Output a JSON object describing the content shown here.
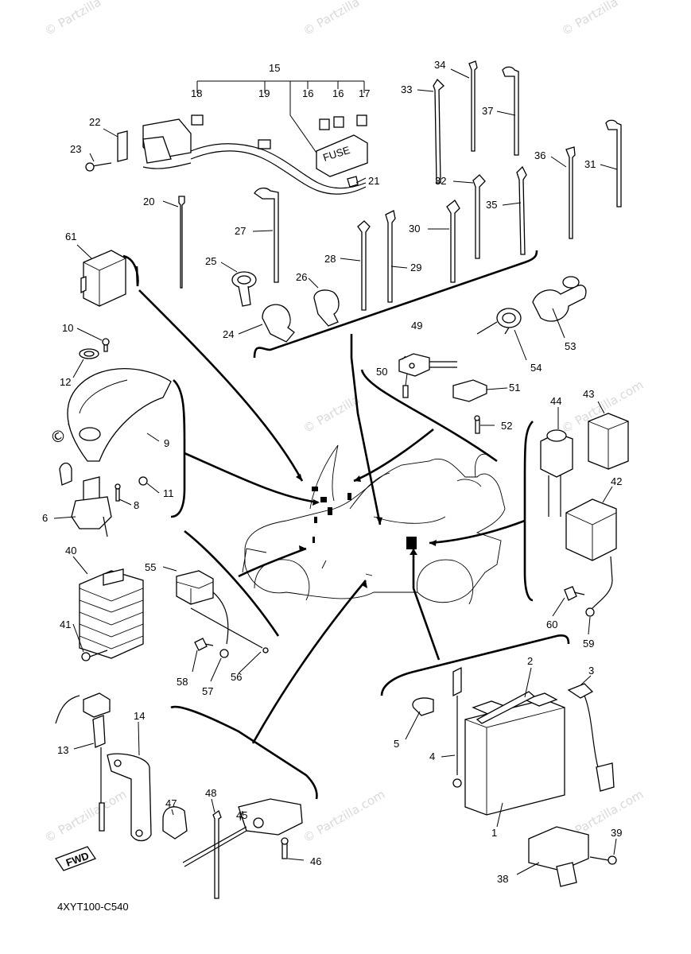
{
  "diagram": {
    "code": "4XYT100-C540",
    "fwd_label": "FWD",
    "fuse_label": "FUSE",
    "watermark_text": "© Partzilla",
    "watermark_text_com": "© Partzilla.com",
    "part_numbers": {
      "p1": "1",
      "p2": "2",
      "p3": "3",
      "p4": "4",
      "p5": "5",
      "p6": "6",
      "p8": "8",
      "p9": "9",
      "p10": "10",
      "p11": "11",
      "p12": "12",
      "p13": "13",
      "p14": "14",
      "p15": "15",
      "p16a": "16",
      "p16b": "16",
      "p17": "17",
      "p18": "18",
      "p19": "19",
      "p20": "20",
      "p21": "21",
      "p22": "22",
      "p23": "23",
      "p24": "24",
      "p25": "25",
      "p26": "26",
      "p27": "27",
      "p28": "28",
      "p29": "29",
      "p30": "30",
      "p31": "31",
      "p32": "32",
      "p33": "33",
      "p34": "34",
      "p35": "35",
      "p36": "36",
      "p37": "37",
      "p38": "38",
      "p39": "39",
      "p40": "40",
      "p41": "41",
      "p42": "42",
      "p43": "43",
      "p44": "44",
      "p45": "45",
      "p46": "46",
      "p47": "47",
      "p48": "48",
      "p49": "49",
      "p50": "50",
      "p51": "51",
      "p52": "52",
      "p53": "53",
      "p54": "54",
      "p55": "55",
      "p56": "56",
      "p57": "57",
      "p58": "58",
      "p59": "59",
      "p60": "60",
      "p61": "61"
    }
  }
}
